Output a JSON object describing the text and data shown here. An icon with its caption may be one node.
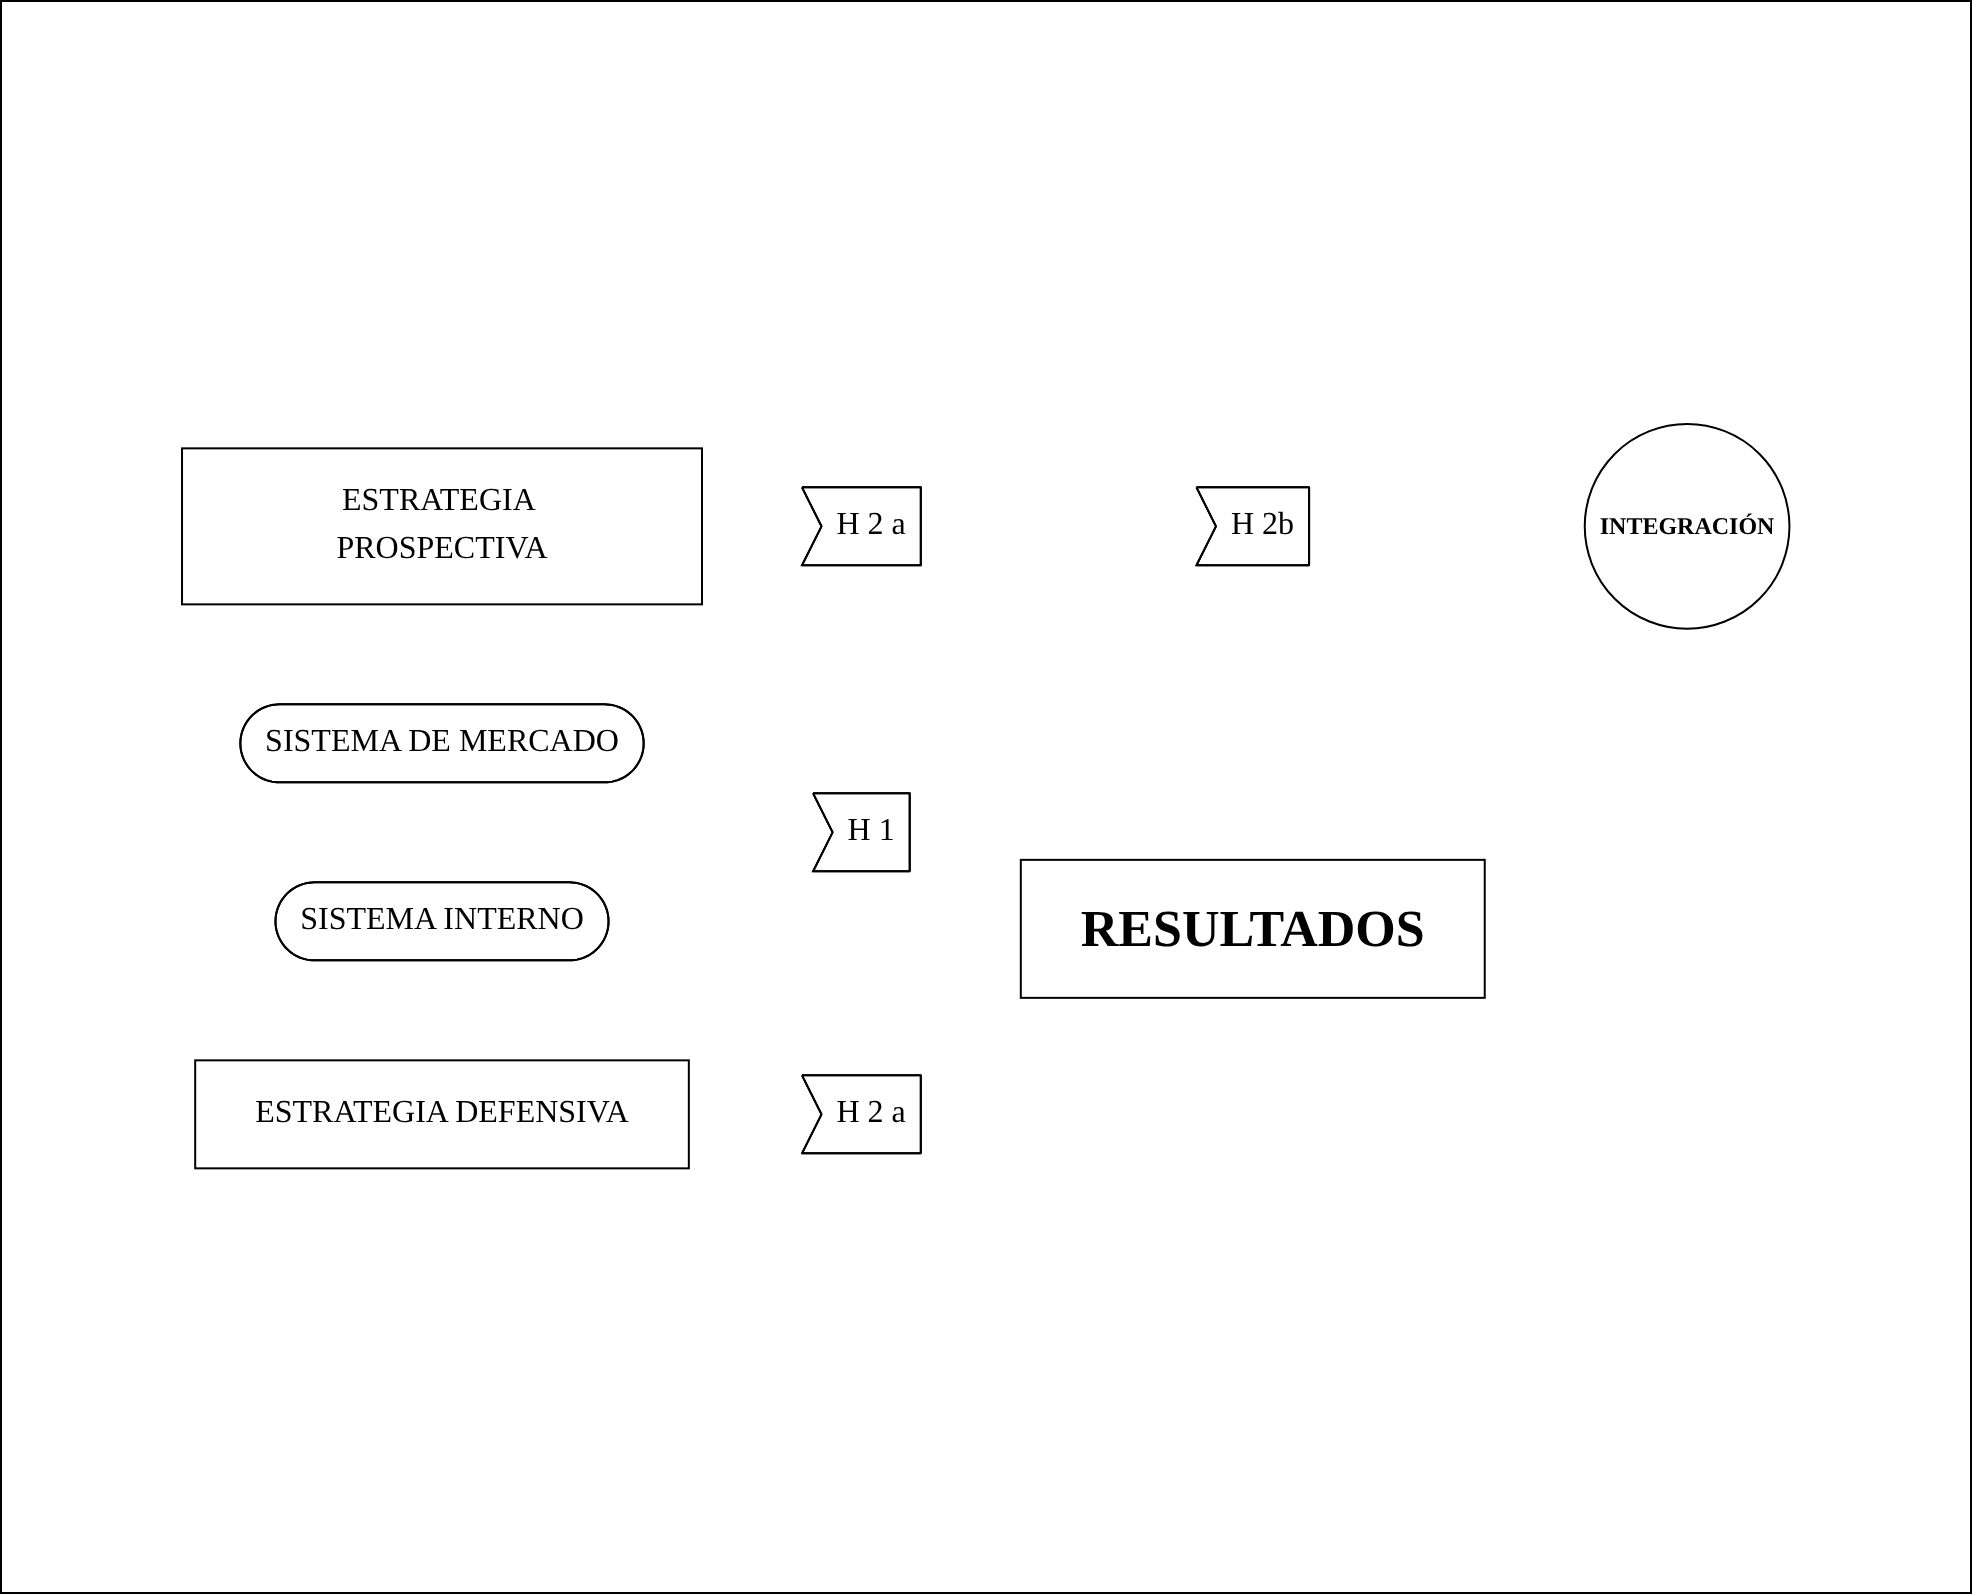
{
  "diagram": {
    "nodes": [
      {
        "text": [
          "ESTRATEGIA PROSPECTIVA"
        ]
      },
      {
        "text": [
          "INTEGRACIÓN"
        ]
      },
      {
        "text": [
          "H 2 a"
        ]
      },
      {
        "text": [
          "H 2b"
        ]
      },
      {
        "text": [
          "SISTEMA DE MERCADO"
        ]
      },
      {
        "text": [
          "H 1"
        ]
      },
      {
        "text": [
          "RESULTADOS"
        ]
      },
      {
        "text": [
          "SISTEMA INTERNO"
        ]
      },
      {
        "text": [
          "H 2 a"
        ]
      },
      {
        "text": [
          "ESTRATEGIA DEFENSIVA"
        ]
      }
    ],
    "edges": []
  }
}
